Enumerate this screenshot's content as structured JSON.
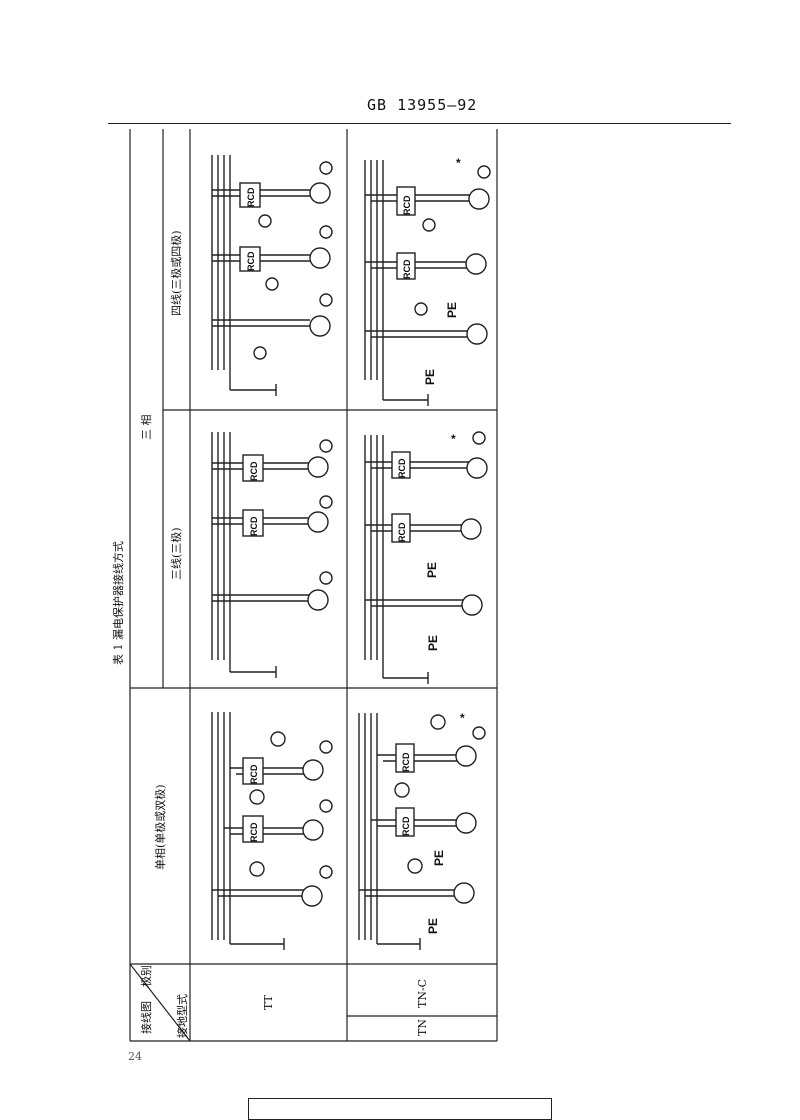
{
  "header": {
    "standard": "GB 13955—92"
  },
  "table": {
    "title": "表 1 漏电保护器接线方式",
    "phase_header": "三 相",
    "columns": {
      "single": "单相(单极或双极)",
      "three_wire": "三线(三极)",
      "four_wire": "四线(三极或四极)"
    },
    "corner": {
      "wiring_label": "接线图",
      "pole_label": "极别",
      "earthing_label": "接地型式"
    },
    "rows": {
      "tt": "TT",
      "tn": "TN",
      "tnc": "TN-C"
    },
    "diagram_labels": {
      "rcd": "RCD",
      "pe": "PE",
      "star": "*"
    }
  },
  "footer": {
    "page_number": "24"
  }
}
